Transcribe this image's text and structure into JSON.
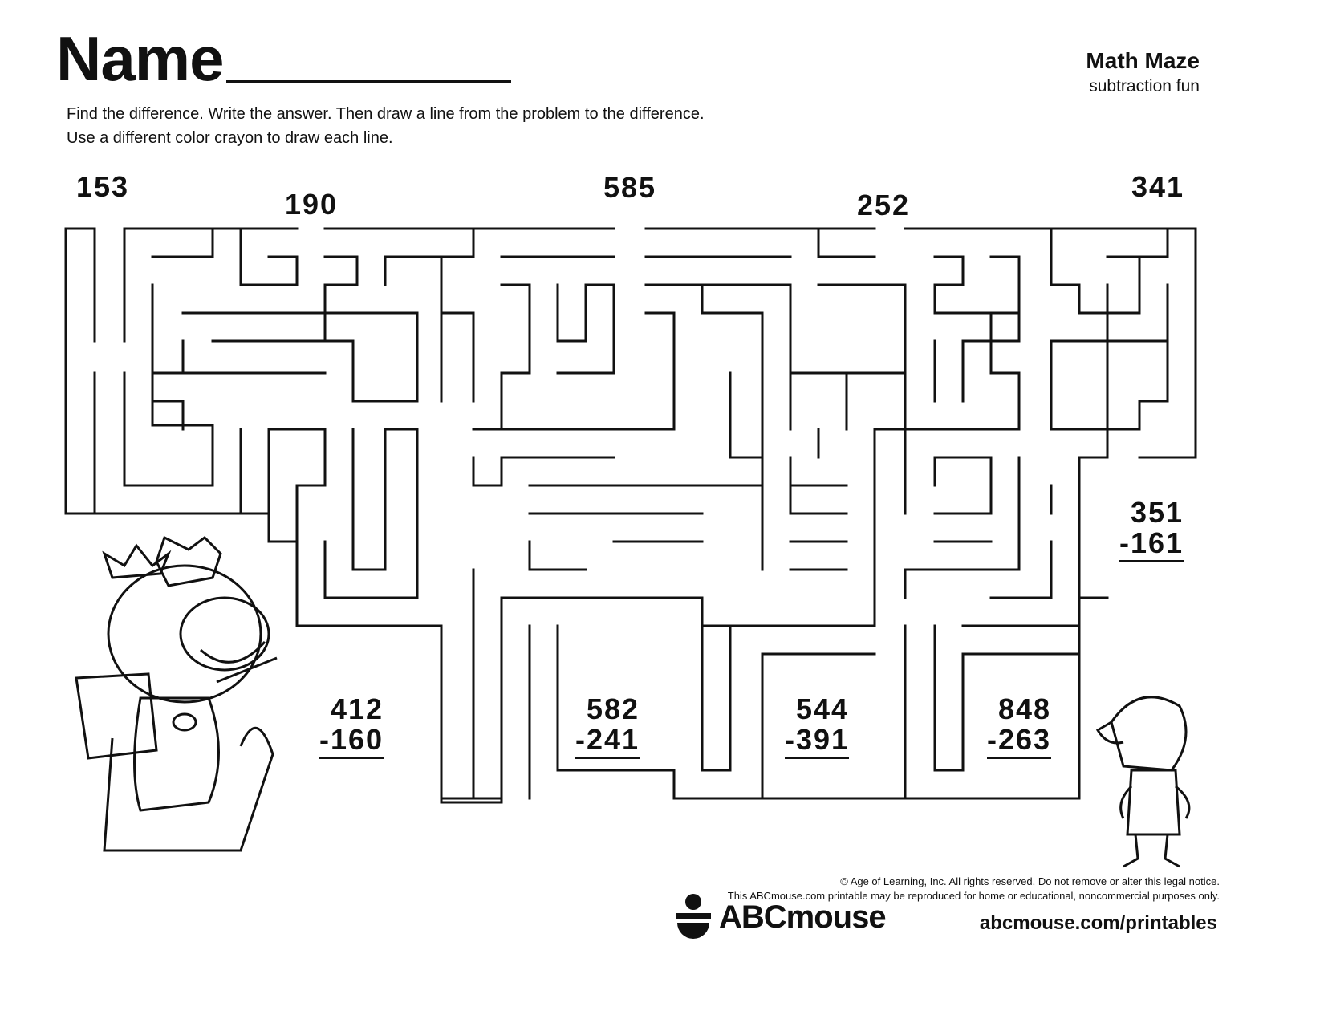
{
  "header": {
    "name_label": "Name",
    "title": "Math Maze",
    "subtitle": "subtraction fun"
  },
  "instructions": [
    "Find the difference. Write the answer. Then draw a line from the problem to the difference.",
    "Use a different color crayon to draw each line."
  ],
  "answers": [
    "153",
    "190",
    "585",
    "252",
    "341"
  ],
  "problems": [
    {
      "top": "351",
      "bottom": "-161"
    },
    {
      "top": "412",
      "bottom": "-160"
    },
    {
      "top": "582",
      "bottom": "-241"
    },
    {
      "top": "544",
      "bottom": "-391"
    },
    {
      "top": "848",
      "bottom": "-263"
    }
  ],
  "illustrations": [
    "lion-king-icon",
    "hedgehog-icon"
  ],
  "footer": {
    "legal_1": "© Age of Learning, Inc. All rights reserved. Do not remove or alter this legal notice.",
    "legal_2": "This ABCmouse.com printable may be reproduced for home or educational, noncommercial purposes only.",
    "logo": "ABCmouse",
    "url": "abcmouse.com/printables"
  }
}
